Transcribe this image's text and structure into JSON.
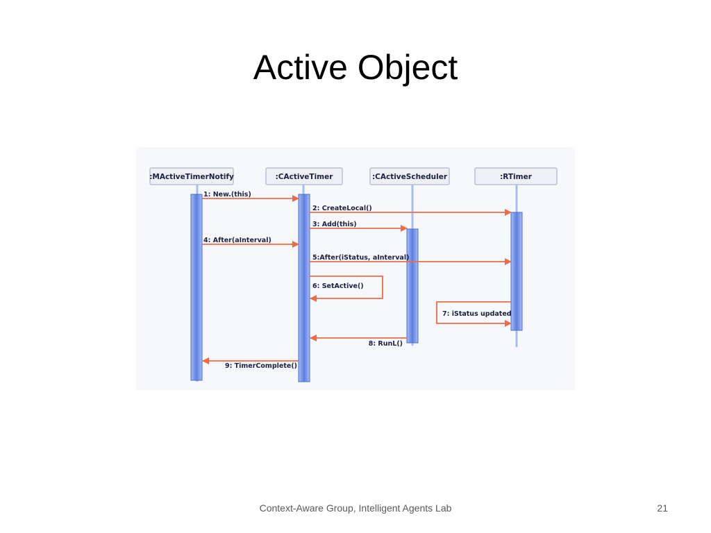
{
  "slide": {
    "title": "Active Object",
    "footer": "Context-Aware Group, Intelligent Agents Lab",
    "page_number": "21"
  },
  "diagram": {
    "lifelines": [
      {
        "id": "notify",
        "label": ":MActiveTimerNotify"
      },
      {
        "id": "timer",
        "label": ":CActiveTimer"
      },
      {
        "id": "sched",
        "label": ":CActiveScheduler"
      },
      {
        "id": "rtimer",
        "label": ":RTimer"
      }
    ],
    "messages": [
      {
        "label": "1: New.(this)"
      },
      {
        "label": "2: CreateLocal()"
      },
      {
        "label": "3: Add(this)"
      },
      {
        "label": "4: After(aInterval)"
      },
      {
        "label": "5:After(iStatus, aInterval)"
      },
      {
        "label": "6: SetActive()"
      },
      {
        "label": "7: iStatus updated"
      },
      {
        "label": "8: RunL()"
      },
      {
        "label": "9: TimerComplete()"
      }
    ],
    "colors": {
      "activation": "#5b7fe0",
      "activation_light": "#a9bdf2",
      "arrow": "#ef6a45",
      "header_fill": "#eef0f6",
      "header_stroke": "#b9c0d1",
      "text": "#1b2140"
    }
  }
}
